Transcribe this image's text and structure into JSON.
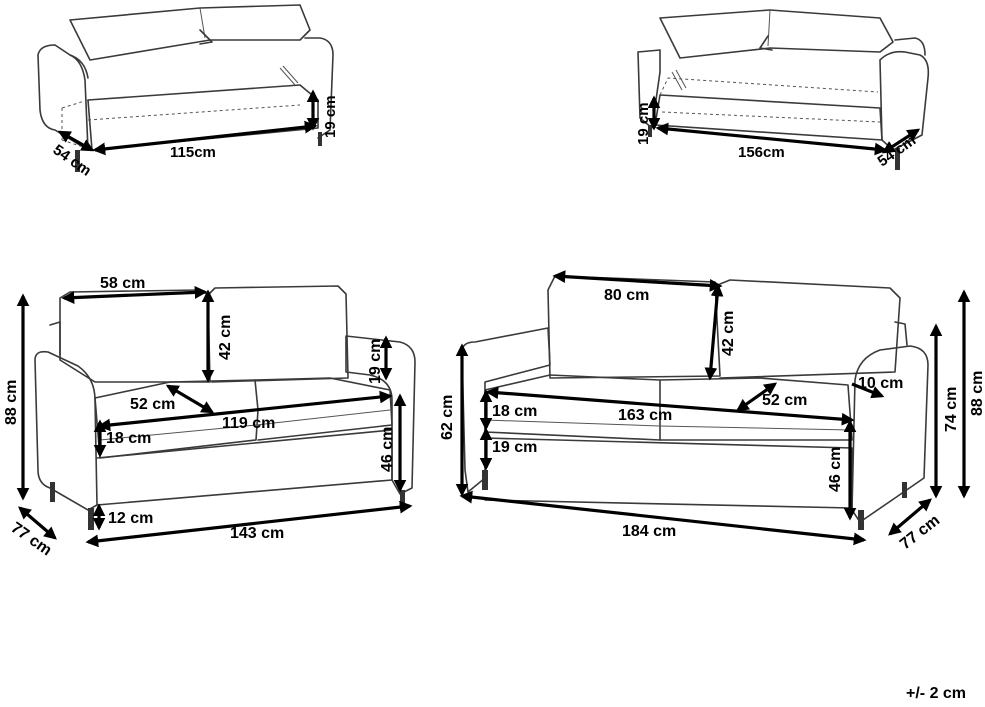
{
  "labels": {
    "top_left_depth": "54 cm",
    "top_left_width": "115cm",
    "top_left_height": "19 cm",
    "top_right_height": "19 cm",
    "top_right_width": "156cm",
    "top_right_depth": "54 cm",
    "small_back_width": "58 cm",
    "small_back_height": "42 cm",
    "small_arm_height": "19 cm",
    "small_seat_depth": "52 cm",
    "small_seat_width": "119 cm",
    "small_cushion_height": "18 cm",
    "small_seat_height": "46 cm",
    "small_total_height": "88 cm",
    "small_leg_height": "12 cm",
    "small_total_width": "143 cm",
    "small_total_depth": "77 cm",
    "large_back_width": "80 cm",
    "large_back_height": "42 cm",
    "large_arm_width": "10 cm",
    "large_seat_depth": "52 cm",
    "large_seat_width": "163 cm",
    "large_cushion_height": "18 cm",
    "large_base_height": "19 cm",
    "large_arm_height": "62 cm",
    "large_seat_height": "46 cm",
    "large_arm_top_height": "74 cm",
    "large_total_height": "88 cm",
    "large_total_width": "184 cm",
    "large_total_depth": "77 cm",
    "tolerance": "+/- 2 cm"
  }
}
